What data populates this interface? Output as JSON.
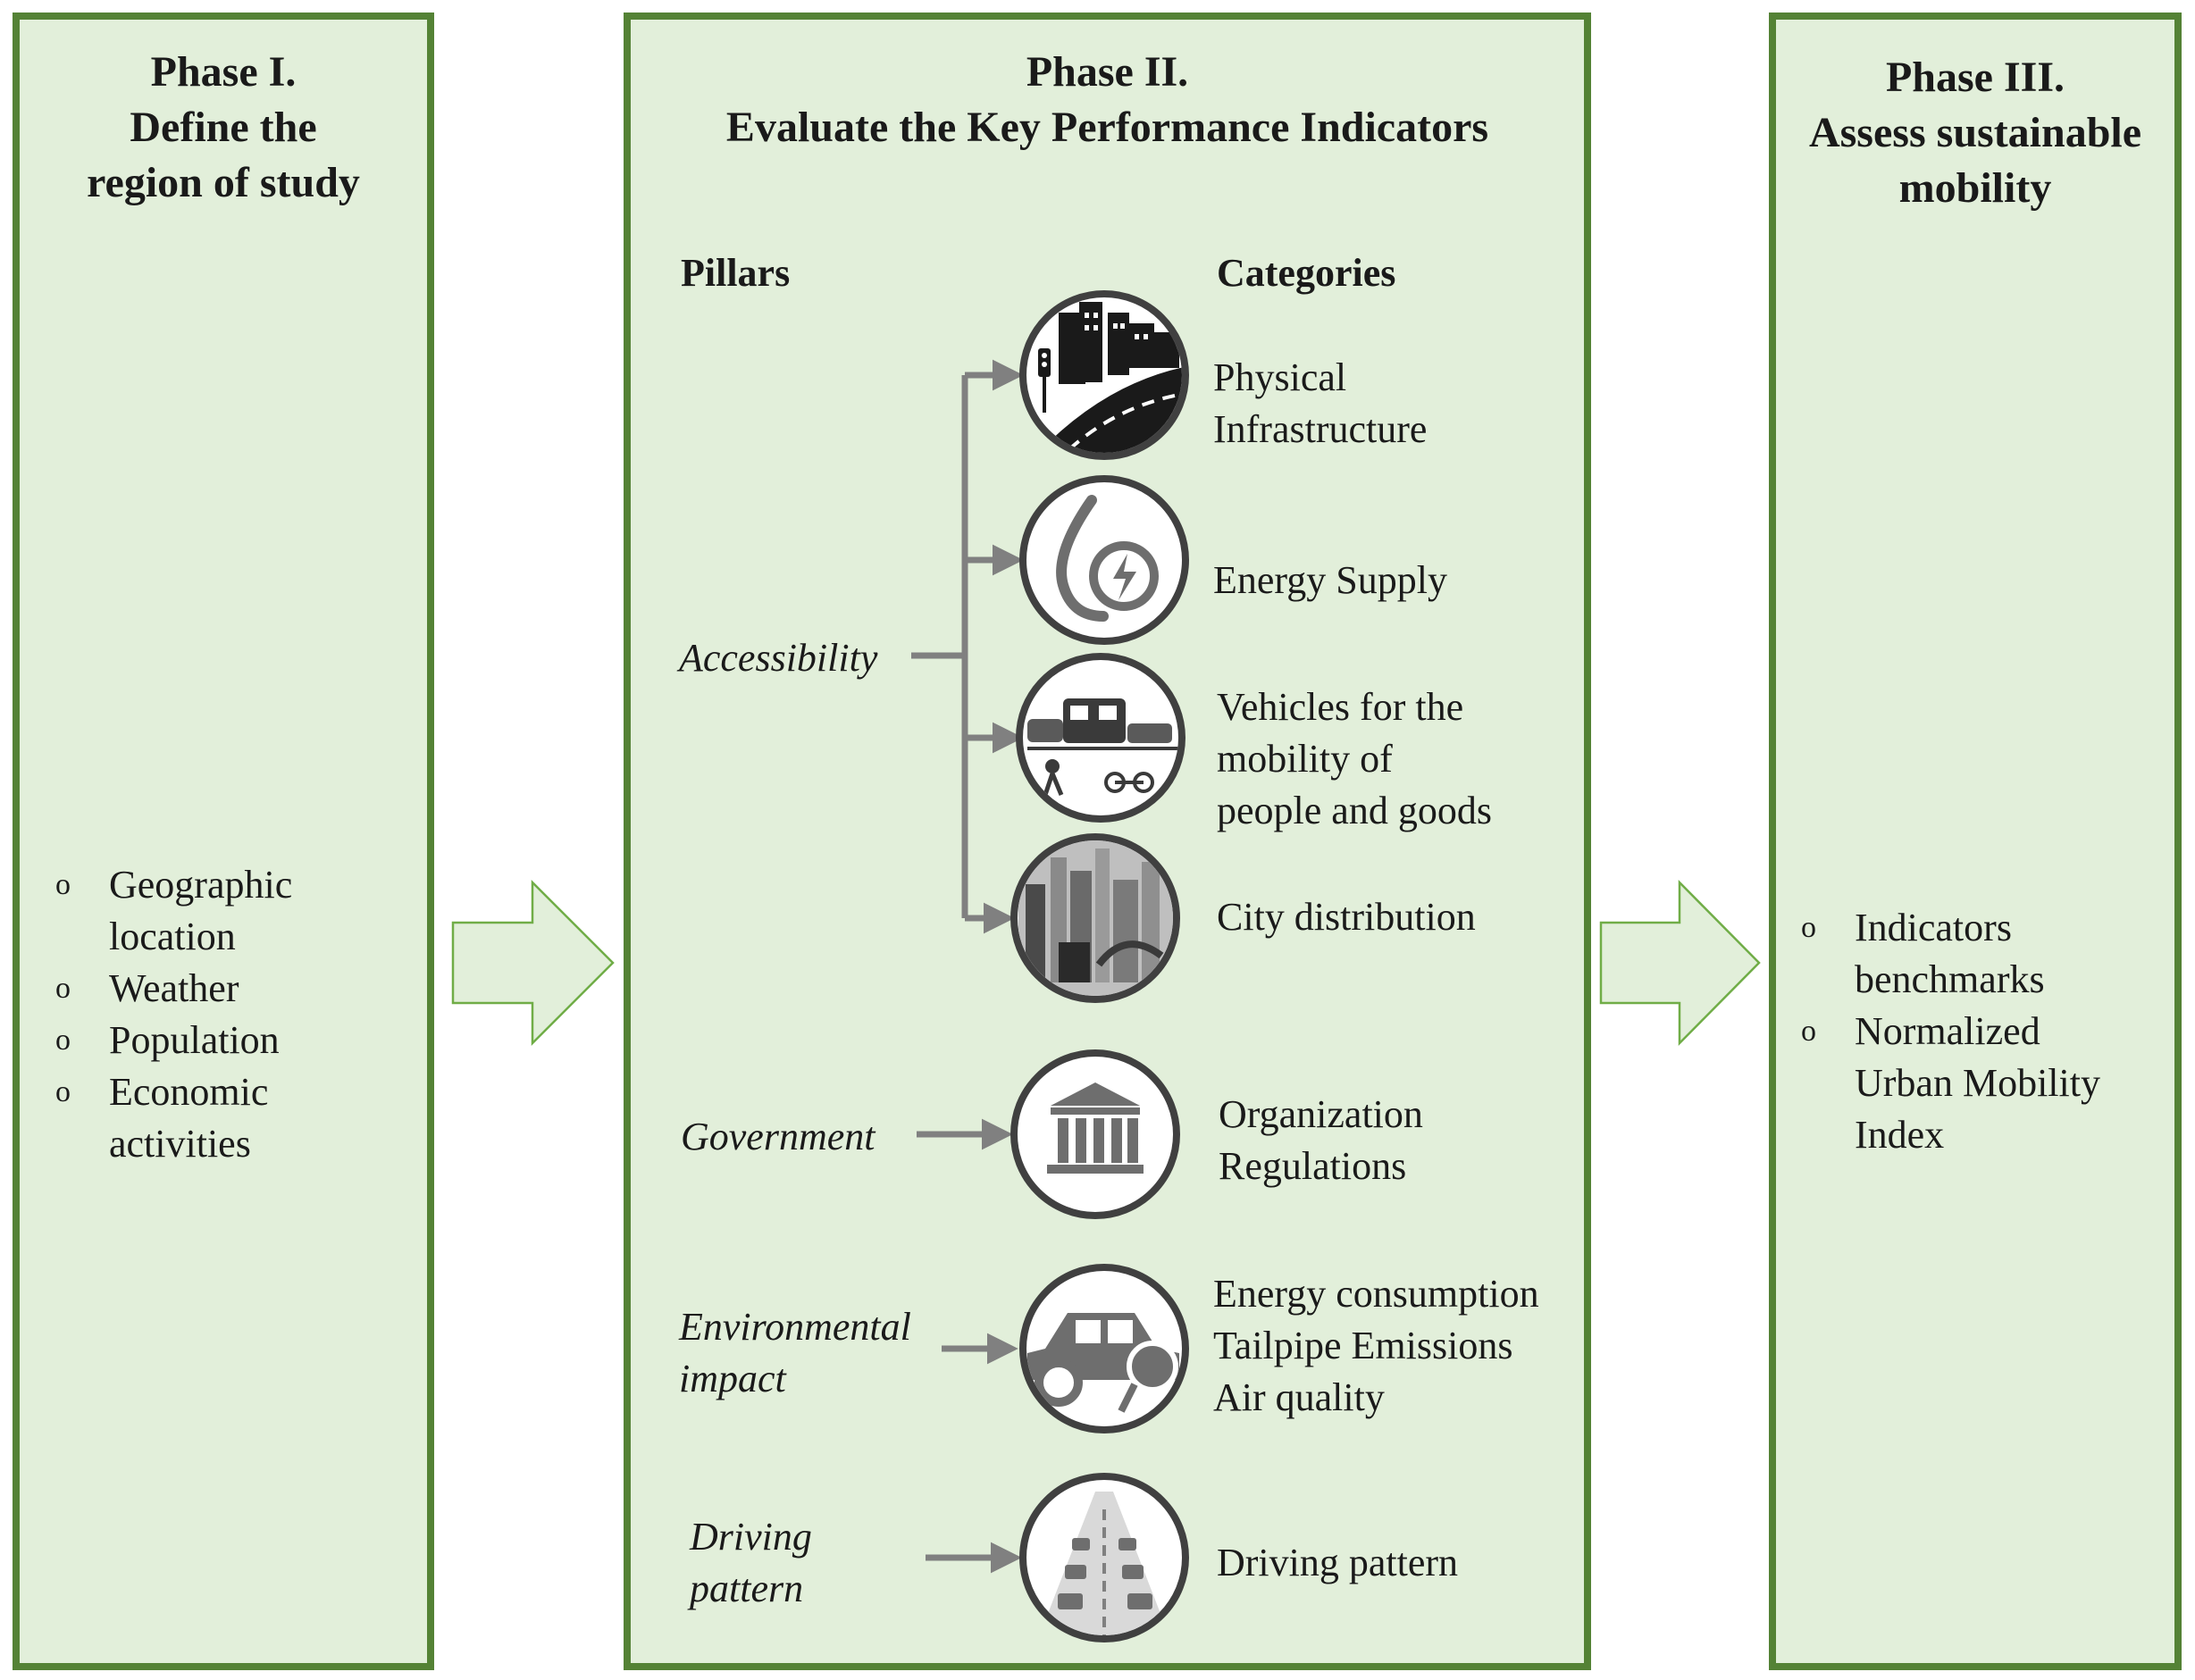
{
  "phases": [
    {
      "title_lines": [
        "Phase I.",
        "Define the",
        "region of study"
      ],
      "items": [
        {
          "lines": [
            "Geographic",
            "location"
          ]
        },
        {
          "lines": [
            "Weather"
          ]
        },
        {
          "lines": [
            "Population"
          ]
        },
        {
          "lines": [
            "Economic",
            "activities"
          ]
        }
      ]
    },
    {
      "title_lines": [
        "Phase II.",
        "Evaluate the Key Performance Indicators"
      ],
      "pillars_heading": "Pillars",
      "categories_heading": "Categories",
      "pillars": [
        {
          "lines": [
            "Accessibility"
          ]
        },
        {
          "lines": [
            "Government"
          ]
        },
        {
          "lines": [
            "Environmental",
            "impact"
          ]
        },
        {
          "lines": [
            "Driving",
            "pattern"
          ]
        }
      ],
      "categories": [
        {
          "lines": [
            "Physical",
            "Infrastructure"
          ],
          "icon": "city-road-icon"
        },
        {
          "lines": [
            "Energy Supply"
          ],
          "icon": "energy-drop-icon"
        },
        {
          "lines": [
            "Vehicles for the",
            "mobility of",
            "people and goods"
          ],
          "icon": "vehicles-icon"
        },
        {
          "lines": [
            "City distribution"
          ],
          "icon": "city-skyline-icon"
        },
        {
          "lines": [
            "Organization",
            "Regulations"
          ],
          "icon": "government-building-icon"
        },
        {
          "lines": [
            "Energy consumption",
            "Tailpipe Emissions",
            "Air quality"
          ],
          "icon": "car-emissions-icon"
        },
        {
          "lines": [
            "Driving pattern"
          ],
          "icon": "traffic-road-icon"
        }
      ]
    },
    {
      "title_lines": [
        "Phase III.",
        "Assess sustainable",
        "mobility"
      ],
      "items": [
        {
          "lines": [
            "Indicators",
            "benchmarks"
          ]
        },
        {
          "lines": [
            "Normalized",
            "Urban Mobility",
            "Index"
          ]
        }
      ]
    }
  ],
  "bullet_symbol": "o",
  "colors": {
    "panel_fill": "#e2efda",
    "panel_border": "#548235",
    "arrow_outline": "#70ad47",
    "connector": "#808080",
    "icon_dark": "#1a1a1a",
    "icon_gray": "#6e6e6e"
  }
}
